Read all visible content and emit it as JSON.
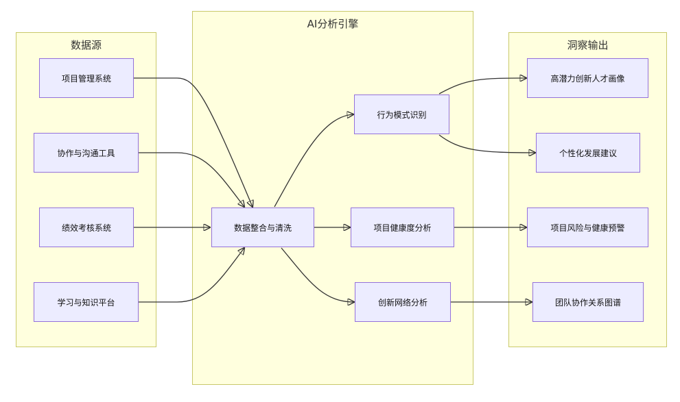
{
  "groups": {
    "sources": "数据源",
    "engine": "AI分析引擎",
    "insights": "洞察输出"
  },
  "nodes": {
    "src_pm": "项目管理系统",
    "src_collab": "协作与沟通工具",
    "src_perf": "绩效考核系统",
    "src_learn": "学习与知识平台",
    "etl": "数据整合与清洗",
    "behavior": "行为模式识别",
    "health": "项目健康度分析",
    "network": "创新网络分析",
    "out_talent": "高潜力创新人才画像",
    "out_dev": "个性化发展建议",
    "out_risk": "项目风险与健康预警",
    "out_team": "团队协作关系图谱"
  }
}
